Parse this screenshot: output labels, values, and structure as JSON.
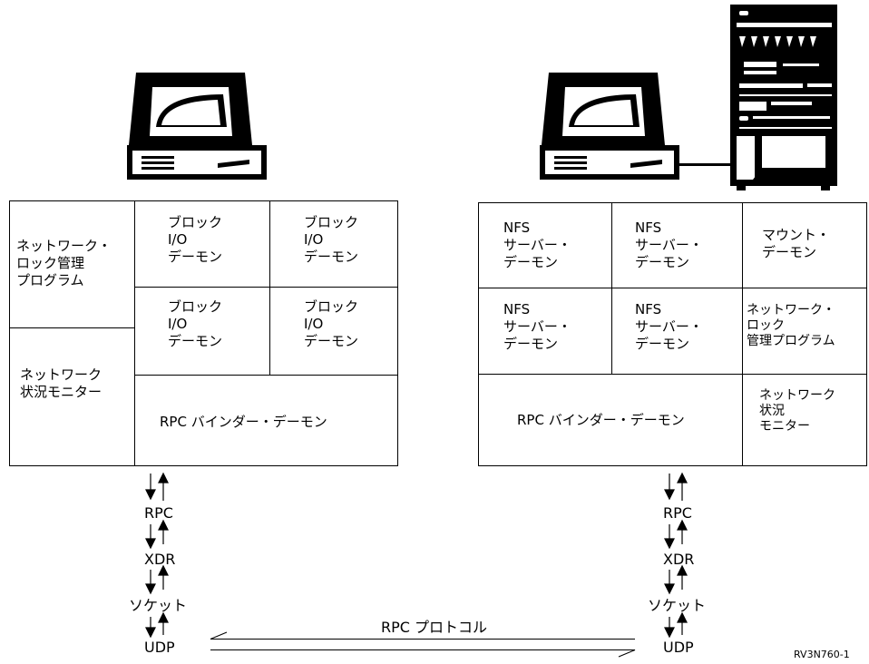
{
  "client": {
    "lock_manager": "ネットワーク・\nロック管理\nプログラム",
    "status_monitor": "ネットワーク\n状況モニター",
    "block_io": [
      "ブロック\nI/O\nデーモン",
      "ブロック\nI/O\nデーモン",
      "ブロック\nI/O\nデーモン",
      "ブロック\nI/O\nデーモン"
    ],
    "rpc_binder": "RPC バインダー・デーモン"
  },
  "server": {
    "nfs_servers": [
      "NFS\nサーバー・\nデーモン",
      "NFS\nサーバー・\nデーモン",
      "NFS\nサーバー・\nデーモン",
      "NFS\nサーバー・\nデーモン"
    ],
    "mount_daemon": "マウント・\nデーモン",
    "lock_manager": "ネットワーク・\nロック\n管理プログラム",
    "rpc_binder": "RPC バインダー・デーモン",
    "status_monitor": "ネットワーク\n状況\nモニター"
  },
  "stack": {
    "layers": [
      "RPC",
      "XDR",
      "ソケット",
      "UDP"
    ]
  },
  "protocol_label": "RPC プロトコル",
  "figure_code": "RV3N760-1"
}
